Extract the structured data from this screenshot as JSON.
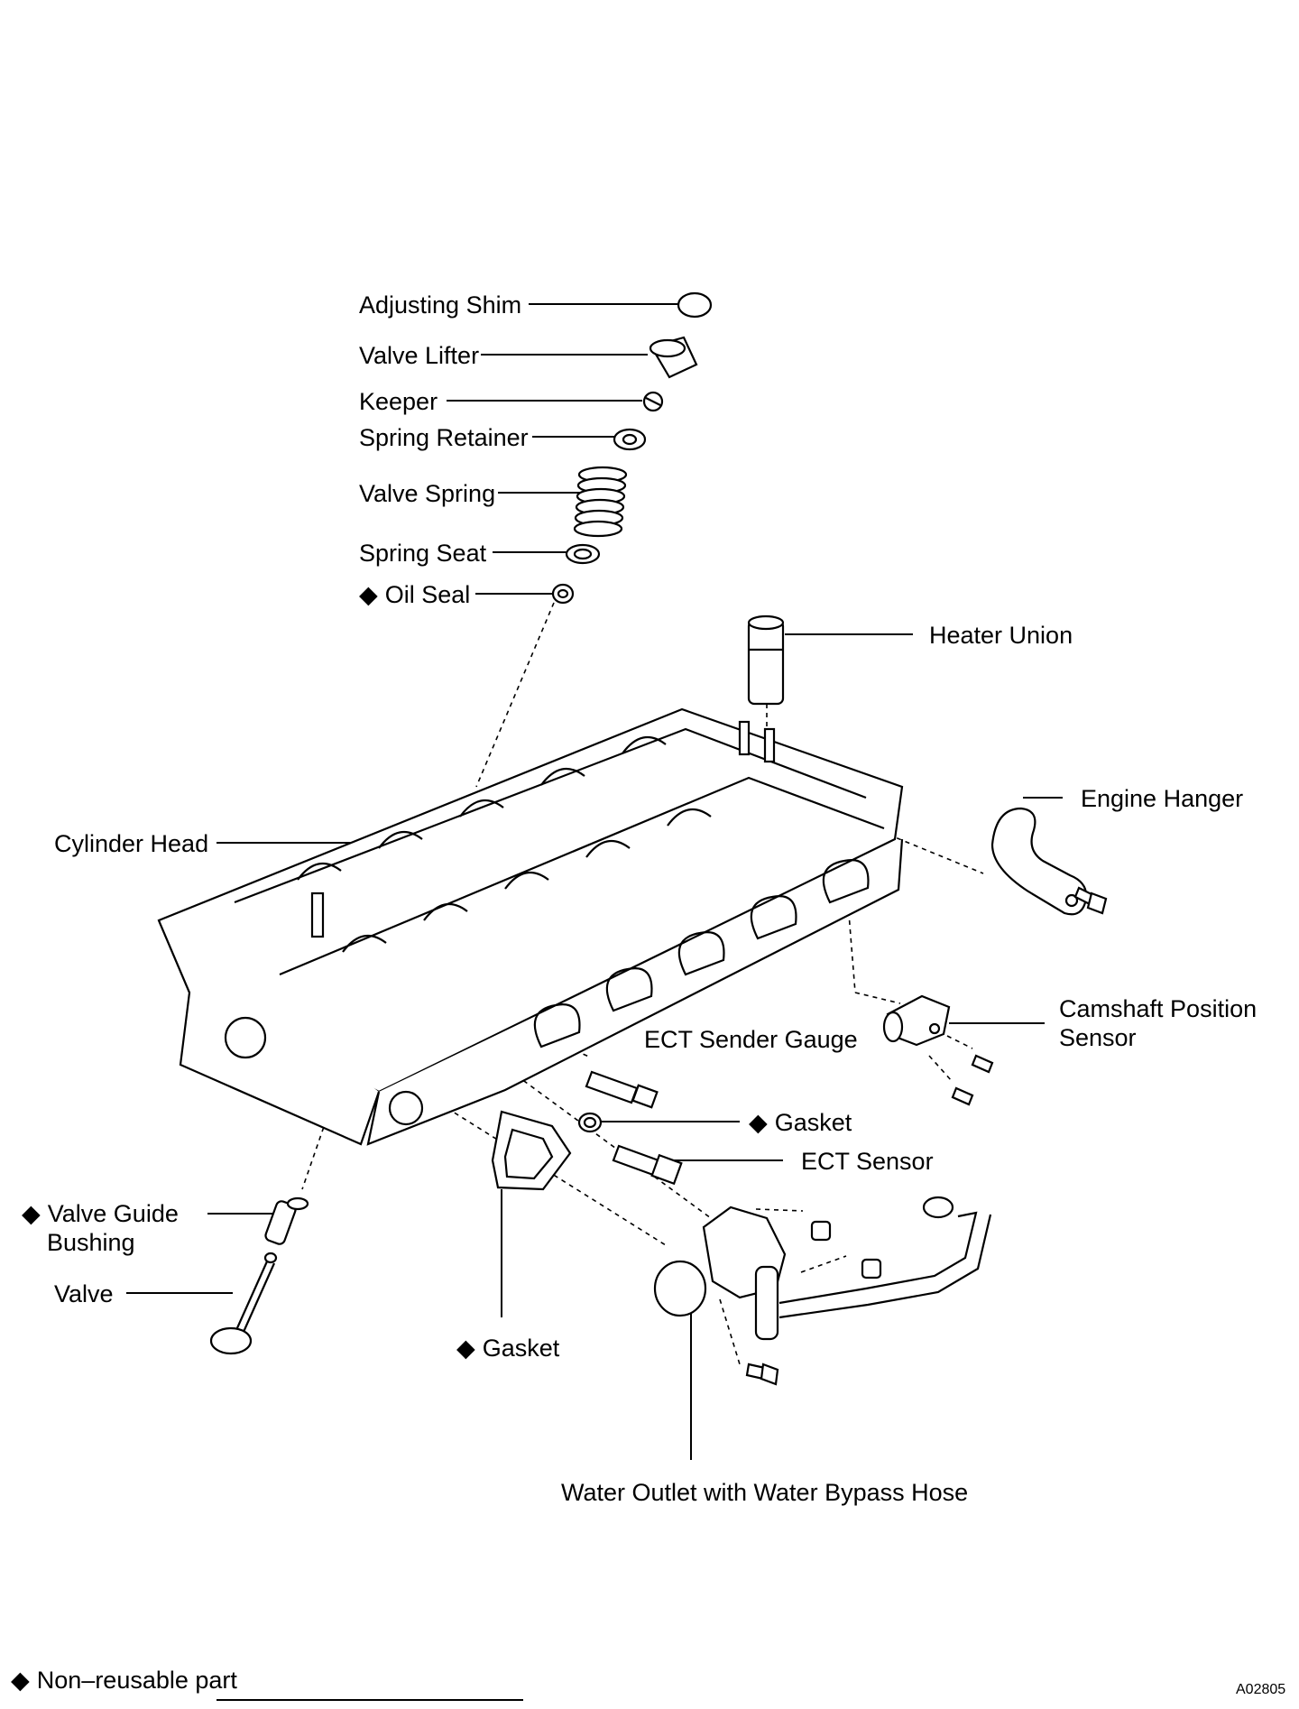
{
  "labels": {
    "adjusting_shim": "Adjusting Shim",
    "valve_lifter": "Valve Lifter",
    "keeper": "Keeper",
    "spring_retainer": "Spring Retainer",
    "valve_spring": "Valve Spring",
    "spring_seat": "Spring Seat",
    "oil_seal": "Oil Seal",
    "heater_union": "Heater Union",
    "engine_hanger": "Engine Hanger",
    "cylinder_head": "Cylinder Head",
    "camshaft_sensor_line1": "Camshaft Position",
    "camshaft_sensor_line2": "Sensor",
    "ect_sender_gauge": "ECT Sender Gauge",
    "gasket_upper": "Gasket",
    "ect_sensor": "ECT Sensor",
    "valve_guide_line1": "Valve Guide",
    "valve_guide_line2": "Bushing",
    "valve": "Valve",
    "gasket_lower": "Gasket",
    "water_outlet": "Water Outlet with Water Bypass Hose"
  },
  "legend": {
    "symbol": "◆",
    "text": "Non–reusable part"
  },
  "figure_id": "A02805"
}
